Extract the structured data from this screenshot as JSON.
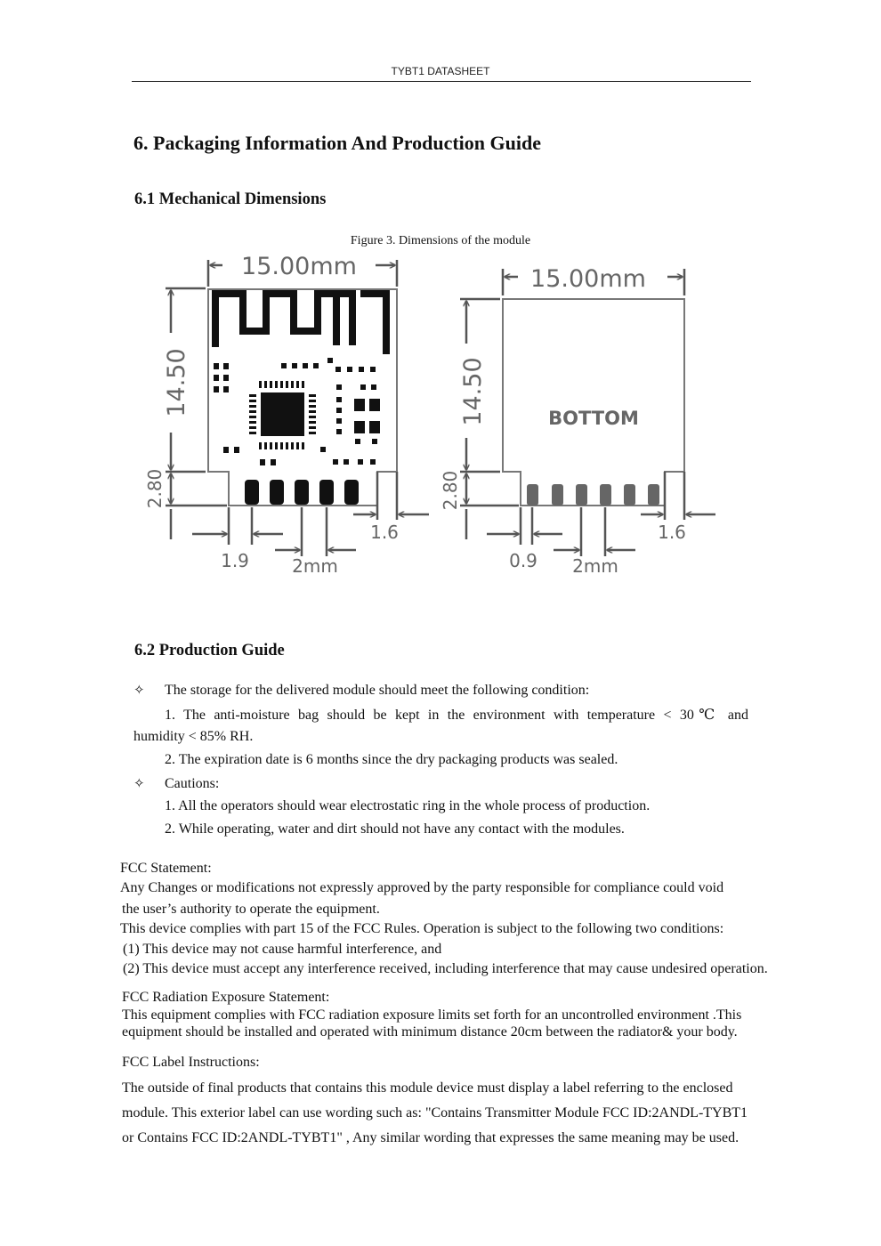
{
  "header": {
    "title": "TYBT1 DATASHEET"
  },
  "section6": {
    "title": "6. Packaging Information And Production Guide"
  },
  "section61": {
    "title": "6.1 Mechanical Dimensions",
    "figure_caption": "Figure 3. Dimensions of the module",
    "top_view": {
      "width_label": "15.00mm",
      "height_label": "14.50",
      "pin_height_label": "2.80",
      "left_offset_label": "1.9",
      "pitch_label": "2mm",
      "right_offset_label": "1.6"
    },
    "bottom_view": {
      "width_label": "15.00mm",
      "height_label": "14.50",
      "pin_height_label": "2.80",
      "side_label": "BOTTOM",
      "left_offset_label": "0.9",
      "pitch_label": "2mm",
      "right_offset_label": "1.6"
    }
  },
  "section62": {
    "title": "6.2 Production Guide",
    "bullet_symbol": "✧",
    "storage_intro": "The storage for the delivered module should meet the following condition:",
    "storage_item1_line1": "1. The anti-moisture bag should be kept in the environment with temperature < 30℃ and",
    "storage_item1_line2": "humidity < 85% RH.",
    "storage_item2": "2. The expiration date is 6 months since the dry packaging products was sealed.",
    "cautions_intro": "Cautions:",
    "caution_item1": "1. All the operators should wear electrostatic ring in the whole process of production.",
    "caution_item2": "2. While operating, water and dirt should not have any contact with the modules."
  },
  "fcc": {
    "statement_title": "FCC Statement:",
    "statement_line1": "Any Changes or modifications not expressly approved by the party responsible for compliance could void",
    "statement_line2": "the user’s authority to operate the equipment.",
    "statement_line3": "This device complies with part 15 of the FCC Rules. Operation is subject to the following two conditions:",
    "statement_line4": "(1) This device may not cause harmful interference, and",
    "statement_line5": "(2) This device must accept any interference received, including interference that may cause undesired operation.",
    "radiation_title": "FCC Radiation Exposure Statement:",
    "radiation_line1": "This equipment complies with FCC radiation exposure limits set forth for an uncontrolled environment .This",
    "radiation_line2": "equipment should be installed and operated with minimum distance 20cm between the radiator& your body.",
    "label_title": "FCC Label Instructions:",
    "label_line1": "The outside of final products that contains this module device must display a label referring to the enclosed",
    "label_line2": "module. This exterior label can use wording such as: \"Contains Transmitter Module FCC ID:2ANDL-TYBT1",
    "label_line3": "or Contains FCC ID:2ANDL-TYBT1\" , Any similar wording that expresses the same meaning may be used."
  }
}
